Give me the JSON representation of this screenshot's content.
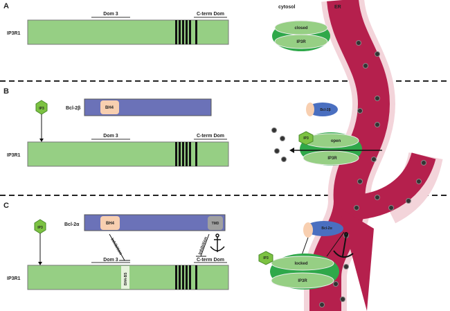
{
  "panels": {
    "a": {
      "letter": "A",
      "protein": "IP3R1",
      "dom3": "Dom 3",
      "cterm": "C-term Dom"
    },
    "b": {
      "letter": "B",
      "bcl": "Bcl-2β",
      "bh4": "BH4",
      "ip3": "IP3",
      "protein": "IP3R1",
      "dom3": "Dom 3",
      "cterm": "C-term Dom"
    },
    "c": {
      "letter": "C",
      "bcl": "Bcl-2α",
      "bh4": "BH4",
      "tmd": "TMD",
      "ip3": "IP3",
      "protein": "IP3R1",
      "dom3": "Dom 3",
      "cterm": "C-term Dom",
      "bh4bs": "BH4-BS",
      "inhibition1": "Inhibition",
      "inhibition2": "Inhibition"
    }
  },
  "cell": {
    "cytosol": "cytosol",
    "er": "ER",
    "receptor": "IP3R",
    "states": {
      "closed": "closed",
      "open": "open",
      "locked": "locked"
    },
    "bcl2b": "Bcl-2β",
    "bcl2a": "Bcl-2α",
    "ip3": "IP3"
  },
  "colors": {
    "receptor": "#96cf84",
    "bcl2": "#6b72b8",
    "bh4": "#f8cfb0",
    "er": "#b5204d",
    "ip3": "#7cc242",
    "tmd": "#a0a0a0"
  }
}
